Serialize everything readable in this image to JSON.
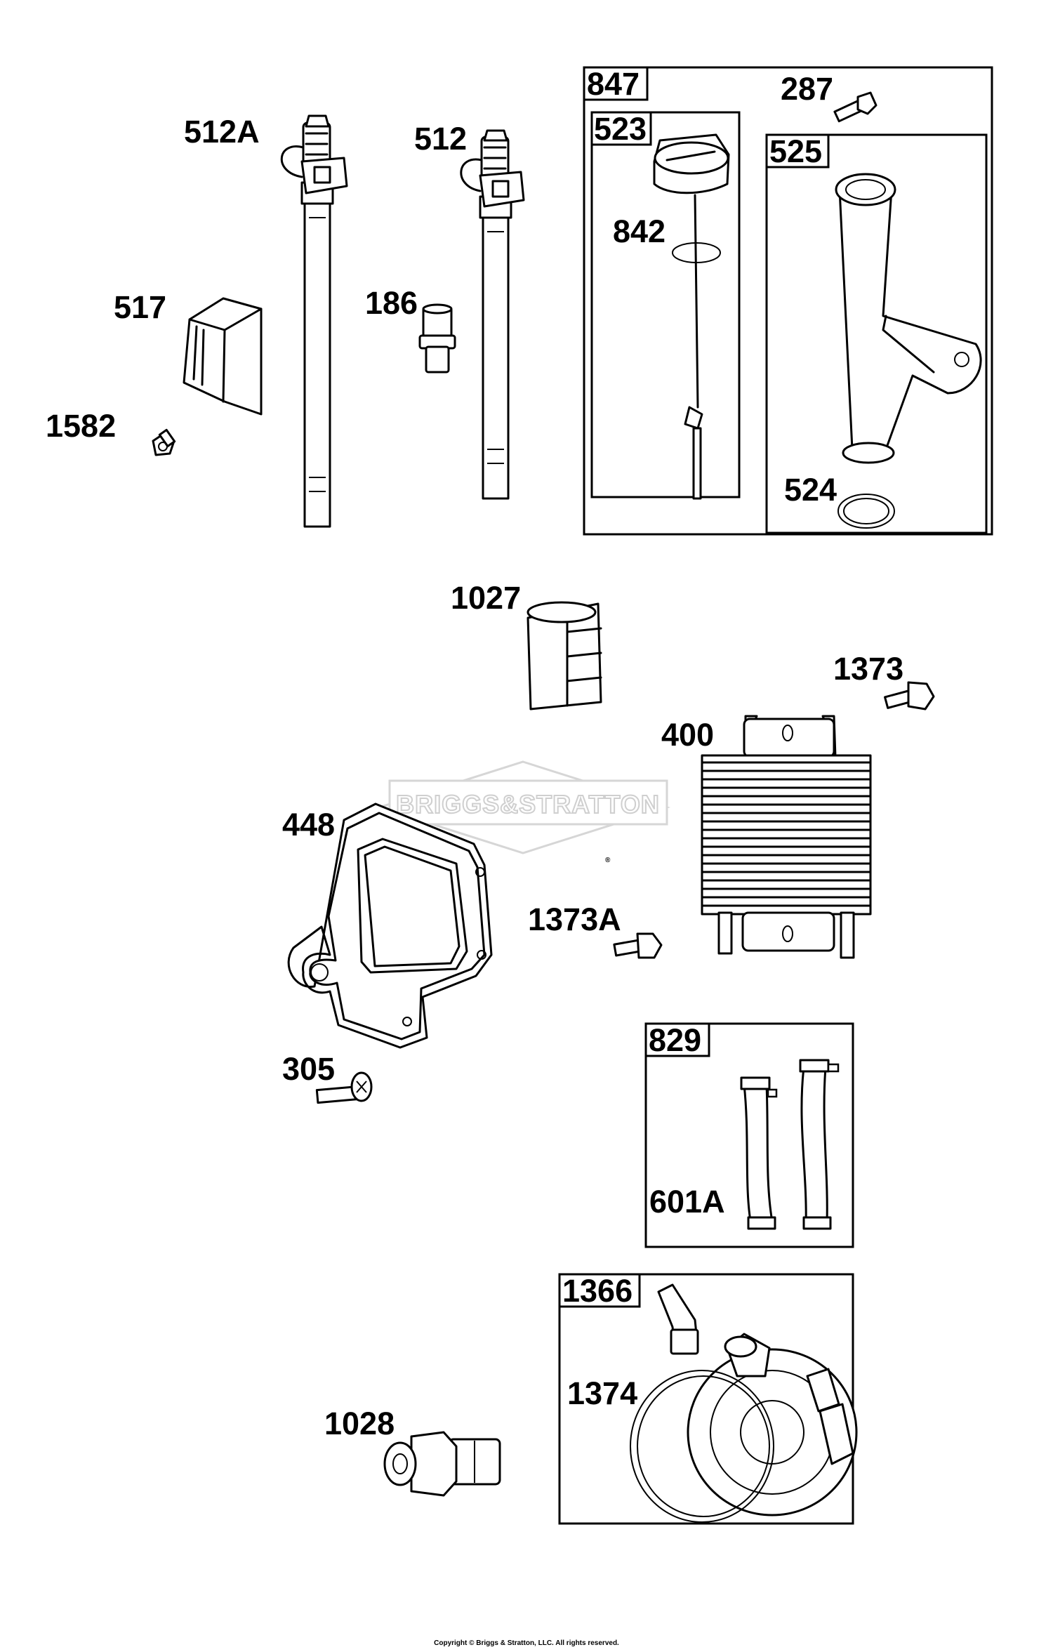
{
  "watermark": {
    "text": "BRIGGS&STRATTON",
    "mark": "®"
  },
  "labels": {
    "p512A": "512A",
    "p512": "512",
    "p517": "517",
    "p186": "186",
    "p1582": "1582",
    "p287": "287",
    "p842": "842",
    "p524": "524",
    "p1027": "1027",
    "p1373": "1373",
    "p400": "400",
    "p448": "448",
    "p1373A": "1373A",
    "p305": "305",
    "p601A": "601A",
    "p1374": "1374",
    "p1028": "1028"
  },
  "kits": {
    "k847": "847",
    "k523": "523",
    "k525": "525",
    "k829": "829",
    "k1366": "1366"
  },
  "footer": {
    "copyright": "Copyright © Briggs & Stratton, LLC. All rights reserved."
  }
}
